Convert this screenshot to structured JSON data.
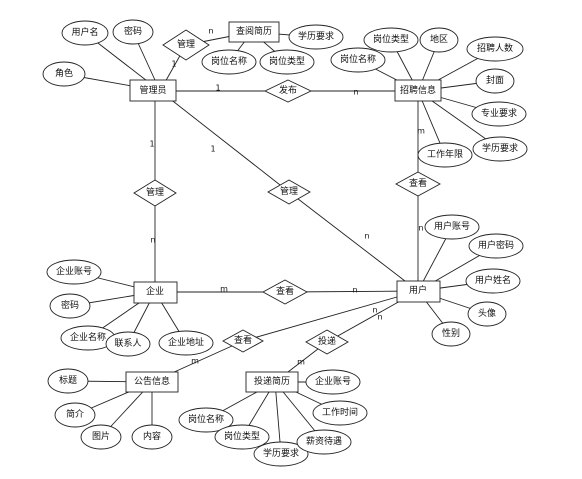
{
  "entities": {
    "admin": "管理员",
    "query_resume": "查阅简历",
    "job_info": "招聘信息",
    "company": "企业",
    "user": "用户",
    "notice": "公告信息",
    "submit_resume": "投递简历"
  },
  "relationships": {
    "manage_top": "管理",
    "publish": "发布",
    "manage_left": "管理",
    "manage_diag": "管理",
    "view_job": "查看",
    "view_user": "查看",
    "view_notice": "查看",
    "deliver": "投递"
  },
  "attributes": {
    "admin_username": "用户名",
    "admin_password": "密码",
    "admin_role": "角色",
    "qr_position_name": "岗位名称",
    "qr_position_type": "岗位类型",
    "qr_education": "学历要求",
    "job_position_type": "岗位类型",
    "job_region": "地区",
    "job_headcount": "招聘人数",
    "job_position_name": "岗位名称",
    "job_cover": "封面",
    "job_major": "专业要求",
    "job_education": "学历要求",
    "job_years": "工作年限",
    "user_account": "用户账号",
    "user_password": "用户密码",
    "user_name": "用户姓名",
    "user_avatar": "头像",
    "user_gender": "性别",
    "company_account": "企业账号",
    "company_password": "密码",
    "company_name": "企业名称",
    "company_contact": "联系人",
    "company_address": "企业地址",
    "notice_title": "标题",
    "notice_summary": "简介",
    "notice_image": "图片",
    "notice_content": "内容",
    "sr_company_account": "企业账号",
    "sr_position_name": "岗位名称",
    "sr_position_type": "岗位类型",
    "sr_education": "学历要求",
    "sr_salary": "薪资待遇",
    "sr_work_time": "工作时间"
  },
  "cardinality": {
    "one": "1",
    "many_n": "n",
    "many_m": "m"
  }
}
